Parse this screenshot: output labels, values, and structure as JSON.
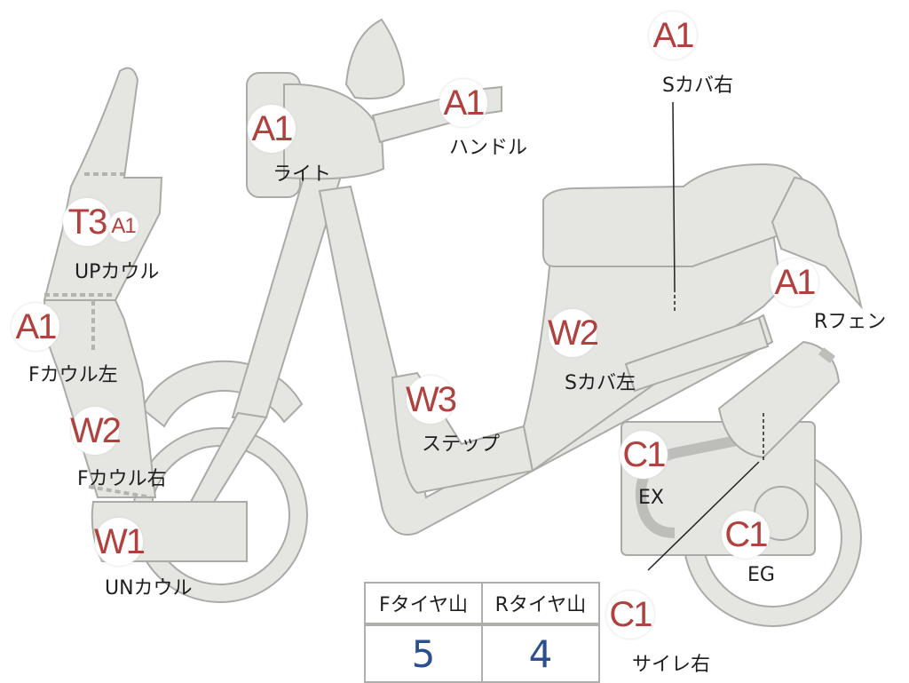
{
  "callouts": [
    {
      "id": "light",
      "grade": "A1",
      "label": "ライト"
    },
    {
      "id": "handle",
      "grade": "A1",
      "label": "ハンドル"
    },
    {
      "id": "s-cover-right",
      "grade": "A1",
      "label": "Sカバ右"
    },
    {
      "id": "up-cowl",
      "grade": "T3",
      "grade_sub": "A1",
      "label": "UPカウル"
    },
    {
      "id": "r-fender",
      "grade": "A1",
      "label": "Rフェン"
    },
    {
      "id": "f-cowl-left",
      "grade": "A1",
      "label": "Fカウル左"
    },
    {
      "id": "s-cover-left",
      "grade": "W2",
      "label": "Sカバ左"
    },
    {
      "id": "step",
      "grade": "W3",
      "label": "ステップ"
    },
    {
      "id": "f-cowl-right",
      "grade": "W2",
      "label": "Fカウル右"
    },
    {
      "id": "ex",
      "grade": "C1",
      "label": "EX"
    },
    {
      "id": "eg",
      "grade": "C1",
      "label": "EG"
    },
    {
      "id": "un-cowl",
      "grade": "W1",
      "label": "UNカウル"
    },
    {
      "id": "muffler-right",
      "grade": "C1",
      "label": "サイレ右"
    }
  ],
  "tread_table": {
    "headers": [
      "Fタイヤ山",
      "Rタイヤ山"
    ],
    "values": [
      "5",
      "4"
    ]
  },
  "colors": {
    "grade_text": "#b0413e",
    "tread_value": "#2c4f8f",
    "part_fill": "#e5e5e2",
    "part_outline": "#aaaaa7"
  }
}
